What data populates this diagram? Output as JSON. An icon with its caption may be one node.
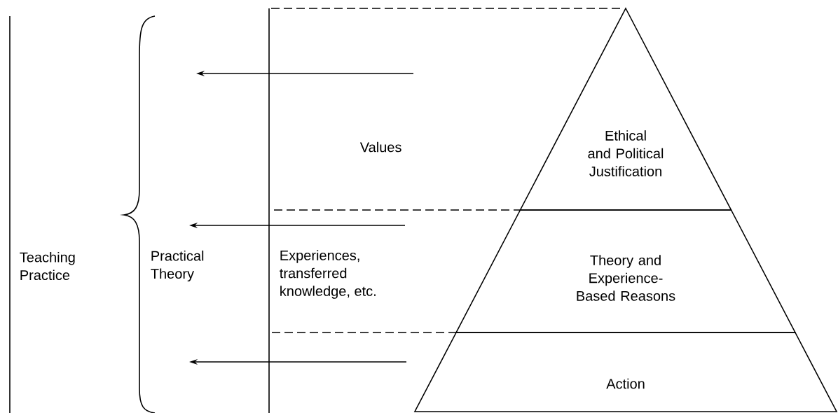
{
  "diagram": {
    "nodes": [
      {
        "text": [
          "Ethical and Political Justification"
        ]
      },
      {
        "text": [
          "Theory and Experience-Based Reasons"
        ]
      },
      {
        "text": [
          "Action"
        ]
      }
    ],
    "labels": [
      "Teaching Practice",
      "Practical Theory",
      "Values",
      "Experiences, transferred knowledge, etc."
    ]
  }
}
